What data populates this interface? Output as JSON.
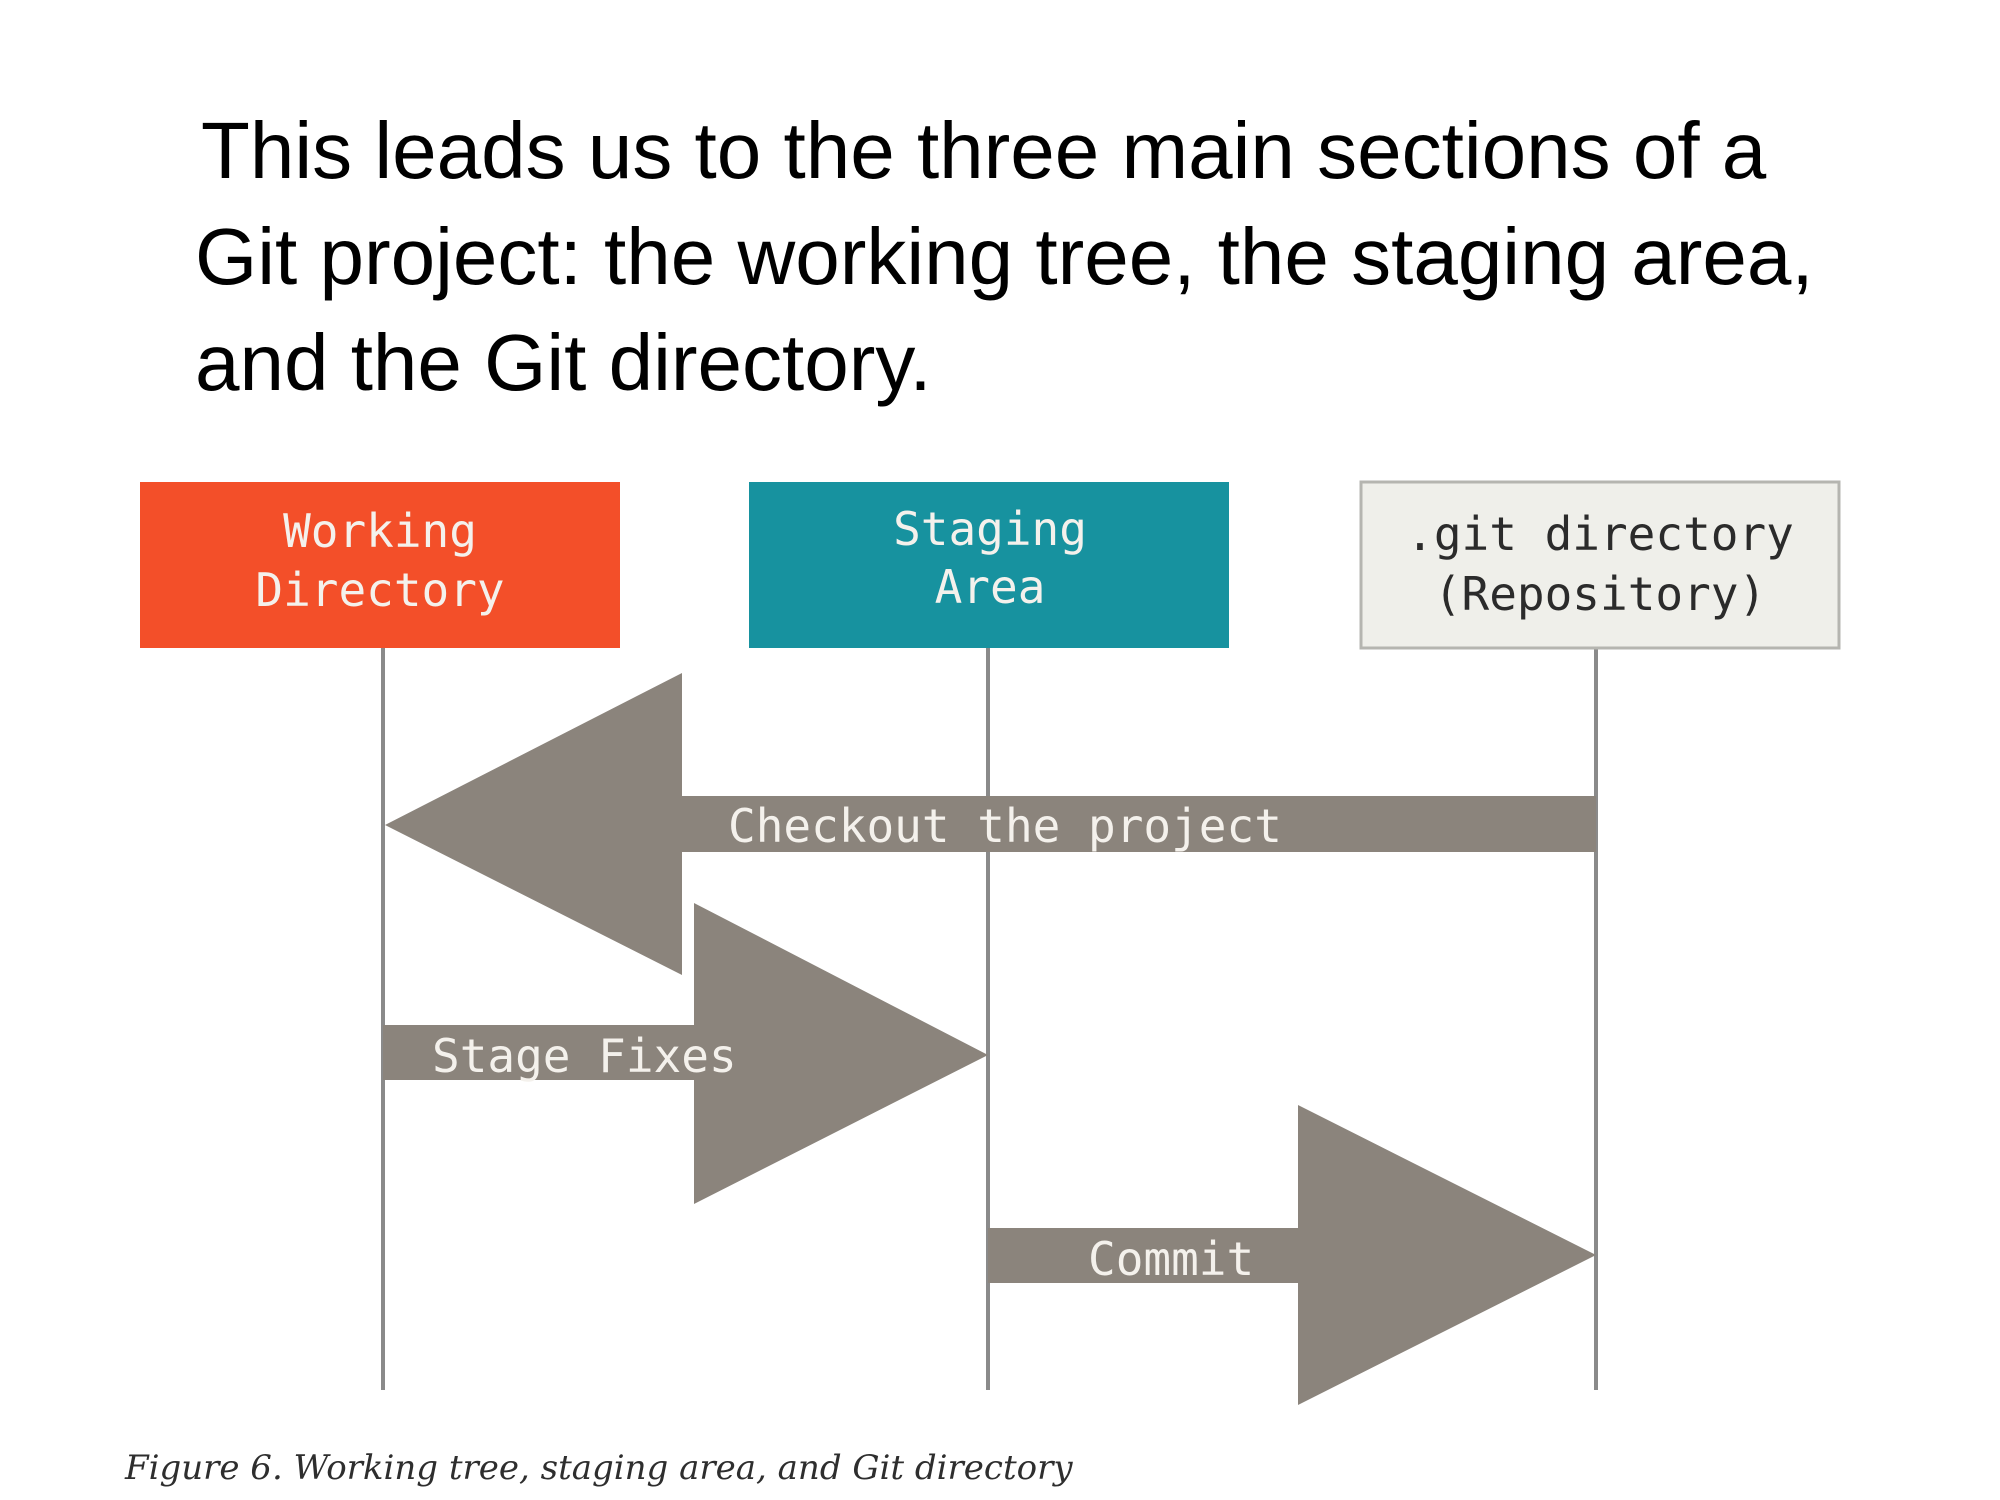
{
  "slide": {
    "title_lines": [
      "This leads us to the three main sections of a",
      "Git project: the working tree, the staging area,",
      "and the Git directory."
    ]
  },
  "diagram": {
    "boxes": {
      "working_directory": {
        "lines": [
          "Working",
          "Directory"
        ],
        "fill": "#f34f29",
        "text_color": "#f4f1ec"
      },
      "staging_area": {
        "lines": [
          "Staging",
          "Area"
        ],
        "fill": "#17929f",
        "text_color": "#f4f1ec"
      },
      "git_directory": {
        "lines": [
          ".git directory",
          "(Repository)"
        ],
        "fill": "#efefea",
        "text_color": "#2b2b2b"
      }
    },
    "arrows": {
      "checkout": "Checkout the project",
      "stage": "Stage Fixes",
      "commit": "Commit"
    },
    "arrow_color": "#8b847c",
    "lifeline_color": "#8a8a8a",
    "caption": "Figure 6. Working tree, staging area, and Git directory"
  }
}
